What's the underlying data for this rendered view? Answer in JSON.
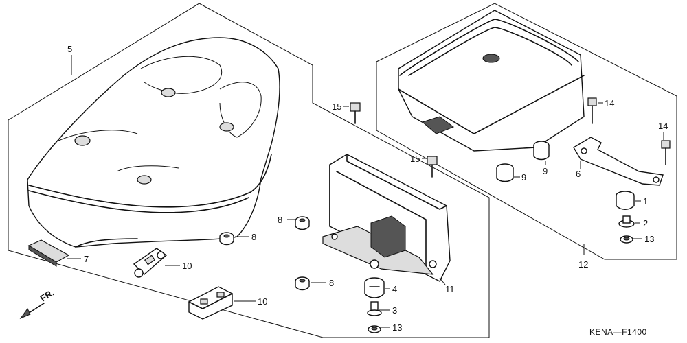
{
  "diagram_code": "KENA—F1400",
  "direction_label": "FR.",
  "callouts": {
    "c1": "1",
    "c2": "2",
    "c3": "3",
    "c4": "4",
    "c5": "5",
    "c6": "6",
    "c7": "7",
    "c8a": "8",
    "c8b": "8",
    "c8c": "8",
    "c9a": "9",
    "c9b": "9",
    "c10a": "10",
    "c10b": "10",
    "c11": "11",
    "c12": "12",
    "c13a": "13",
    "c13b": "13",
    "c14a": "14",
    "c14b": "14",
    "c15a": "15",
    "c15b": "15"
  }
}
